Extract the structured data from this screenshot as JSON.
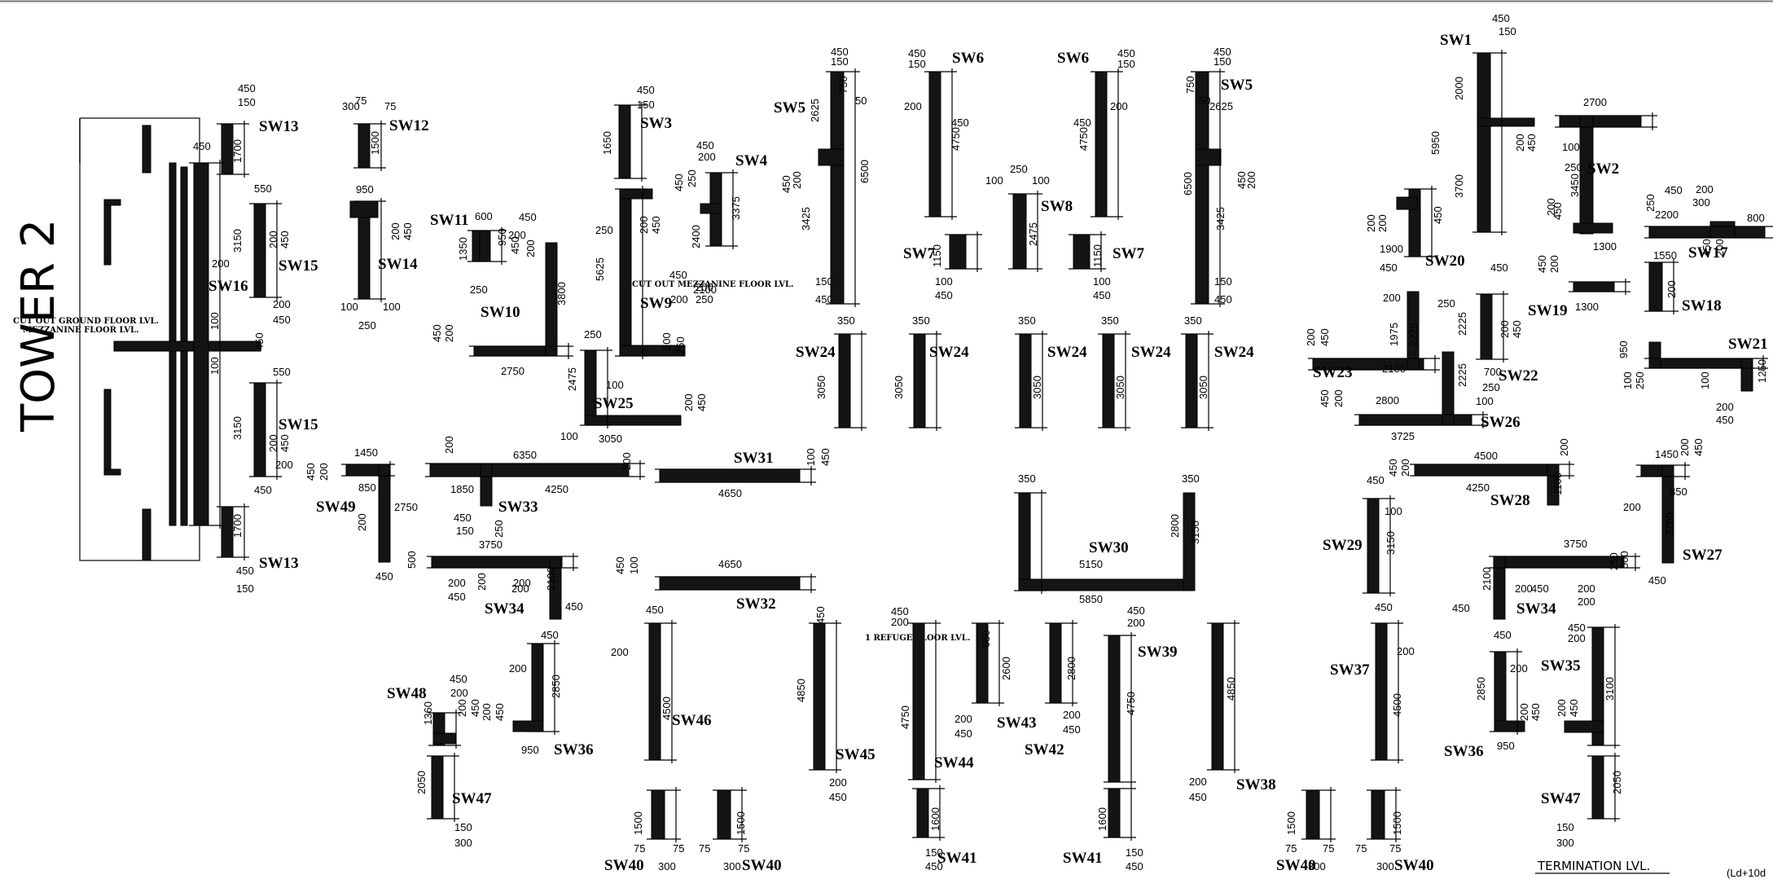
{
  "title": "TOWER 2",
  "notes": {
    "cut_out_ground": "CUT OUT GROUND FLOOR LVL.",
    "mezzanine": "MEZZANINE FLOOR LVL.",
    "cut_out_mezzanine": "CUT OUT MEZZANINE FLOOR LVL.",
    "refuge": "1 REFUGE FLOOR LVL.",
    "termination": "TERMINATION LVL.",
    "edge": "(Ld+10d"
  },
  "walls": [
    {
      "label": "SW13",
      "dims": [
        "450",
        "150",
        "1700"
      ]
    },
    {
      "label": "SW12",
      "dims": [
        "300",
        "75",
        "75",
        "1500"
      ]
    },
    {
      "label": "SW14",
      "dims": [
        "950",
        "200",
        "450",
        "100",
        "100",
        "250"
      ]
    },
    {
      "label": "SW15",
      "dims": [
        "550",
        "3150",
        "200",
        "450",
        "200",
        "450"
      ]
    },
    {
      "label": "SW16",
      "dims": [
        "450",
        "200",
        "100",
        "100",
        "450"
      ]
    },
    {
      "label": "SW11",
      "dims": [
        "600",
        "1350",
        "950",
        "250"
      ]
    },
    {
      "label": "SW10",
      "dims": [
        "450",
        "200",
        "450",
        "200",
        "3800",
        "2750",
        "450",
        "200"
      ]
    },
    {
      "label": "SW3",
      "dims": [
        "450",
        "150",
        "1650"
      ]
    },
    {
      "label": "SW9",
      "dims": [
        "250",
        "5625",
        "200",
        "450",
        "200",
        "250",
        "2100",
        "200",
        "450"
      ]
    },
    {
      "label": "SW4",
      "dims": [
        "450",
        "200",
        "450",
        "250",
        "2400",
        "3375",
        "200",
        "250"
      ]
    },
    {
      "label": "SW5",
      "dims": [
        "450",
        "150",
        "750",
        "2625",
        "50",
        "6500",
        "3425",
        "450",
        "200",
        "150",
        "450"
      ]
    },
    {
      "label": "SW6",
      "dims": [
        "450",
        "150",
        "200",
        "450",
        "4750"
      ]
    },
    {
      "label": "SW7",
      "dims": [
        "1150",
        "100",
        "450"
      ]
    },
    {
      "label": "SW8",
      "dims": [
        "250",
        "100",
        "100",
        "2475"
      ]
    },
    {
      "label": "SW24",
      "dims": [
        "350",
        "3050"
      ]
    },
    {
      "label": "SW25",
      "dims": [
        "250",
        "2475",
        "100",
        "3050",
        "200",
        "450",
        "100"
      ]
    },
    {
      "label": "SW1",
      "dims": [
        "450",
        "150",
        "2000",
        "5950",
        "3700",
        "200",
        "450"
      ]
    },
    {
      "label": "SW2",
      "dims": [
        "2700",
        "100",
        "250",
        "3450",
        "1300",
        "450",
        "200"
      ]
    },
    {
      "label": "SW17",
      "dims": [
        "2200",
        "450",
        "200",
        "300",
        "800",
        "250",
        "450",
        "200"
      ]
    },
    {
      "label": "SW18",
      "dims": [
        "1550",
        "200"
      ]
    },
    {
      "label": "SW19",
      "dims": [
        "1300",
        "450",
        "200"
      ]
    },
    {
      "label": "SW20",
      "dims": [
        "1900",
        "450",
        "200",
        "200",
        "450"
      ]
    },
    {
      "label": "SW21",
      "dims": [
        "950",
        "100",
        "100",
        "250",
        "1250",
        "200",
        "450"
      ]
    },
    {
      "label": "SW22",
      "dims": [
        "450",
        "2225",
        "200",
        "450",
        "700"
      ]
    },
    {
      "label": "SW23",
      "dims": [
        "200",
        "1975",
        "2225",
        "250",
        "2100",
        "450",
        "200"
      ]
    },
    {
      "label": "SW26",
      "dims": [
        "2800",
        "100",
        "3725",
        "2225",
        "250",
        "450",
        "200"
      ]
    },
    {
      "label": "SW27",
      "dims": [
        "1450",
        "200",
        "450",
        "850",
        "200",
        "2750",
        "450"
      ]
    },
    {
      "label": "SW28",
      "dims": [
        "4500",
        "4250",
        "200",
        "1100",
        "450",
        "200"
      ]
    },
    {
      "label": "SW29",
      "dims": [
        "450",
        "100",
        "3150"
      ]
    },
    {
      "label": "SW30",
      "dims": [
        "350",
        "350",
        "2800",
        "3150",
        "5150",
        "5850"
      ]
    },
    {
      "label": "SW31",
      "dims": [
        "4650",
        "100",
        "450"
      ]
    },
    {
      "label": "SW32",
      "dims": [
        "4650",
        "450",
        "100"
      ]
    },
    {
      "label": "SW33",
      "dims": [
        "6350",
        "200",
        "1850",
        "4250",
        "200",
        "450",
        "150"
      ]
    },
    {
      "label": "SW34",
      "dims": [
        "3750",
        "250",
        "500",
        "200",
        "450",
        "200",
        "200",
        "2100",
        "450",
        "200",
        "250"
      ]
    },
    {
      "label": "SW35",
      "dims": [
        "450",
        "200",
        "3100",
        "200",
        "450"
      ]
    },
    {
      "label": "SW36",
      "dims": [
        "450",
        "200",
        "2850",
        "950",
        "200",
        "450"
      ]
    },
    {
      "label": "SW37",
      "dims": [
        "450",
        "200",
        "4500"
      ]
    },
    {
      "label": "SW38",
      "dims": [
        "4850",
        "200",
        "450"
      ]
    },
    {
      "label": "SW39",
      "dims": [
        "450",
        "200",
        "4750"
      ]
    },
    {
      "label": "SW40",
      "dims": [
        "1500",
        "75",
        "300",
        "75"
      ]
    },
    {
      "label": "SW41",
      "dims": [
        "1600",
        "150",
        "450"
      ]
    },
    {
      "label": "SW42",
      "dims": [
        "2800",
        "200",
        "450"
      ]
    },
    {
      "label": "SW43",
      "dims": [
        "650",
        "2600",
        "200",
        "450"
      ]
    },
    {
      "label": "SW44",
      "dims": [
        "450",
        "200",
        "4750"
      ]
    },
    {
      "label": "SW45",
      "dims": [
        "450",
        "4850",
        "200",
        "450"
      ]
    },
    {
      "label": "SW46",
      "dims": [
        "450",
        "200",
        "4500"
      ]
    },
    {
      "label": "SW47",
      "dims": [
        "2050",
        "150",
        "300"
      ]
    },
    {
      "label": "SW48",
      "dims": [
        "450",
        "200",
        "1360",
        "200",
        "450"
      ]
    },
    {
      "label": "SW49",
      "dims": [
        "1450",
        "450",
        "200",
        "850",
        "2750",
        "200",
        "450"
      ]
    }
  ]
}
